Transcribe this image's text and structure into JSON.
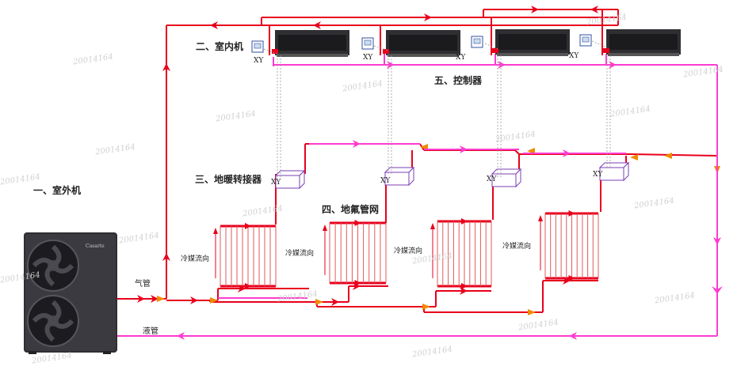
{
  "labels": {
    "outdoor_unit": "一、室外机",
    "indoor_unit": "二、室内机",
    "floor_heating_adapter": "三、地暖转接器",
    "floor_heating_pipe": "四、地氟管网",
    "controller": "五、控制器",
    "gas_pipe": "气管",
    "liquid_pipe": "液管",
    "refrigerant_flow": "冷媒流向",
    "xy": "XY",
    "brand": "Casarte"
  },
  "watermark": "20014164",
  "colors": {
    "gas_line": "#e8001c",
    "liquid_line": "#ff3ccf",
    "orange_valve": "#f08a00",
    "adapter_box": "#7b3fb5",
    "unit_body": "#2f2f33"
  },
  "counts": {
    "indoor_units": 4,
    "floor_loops": 4
  }
}
